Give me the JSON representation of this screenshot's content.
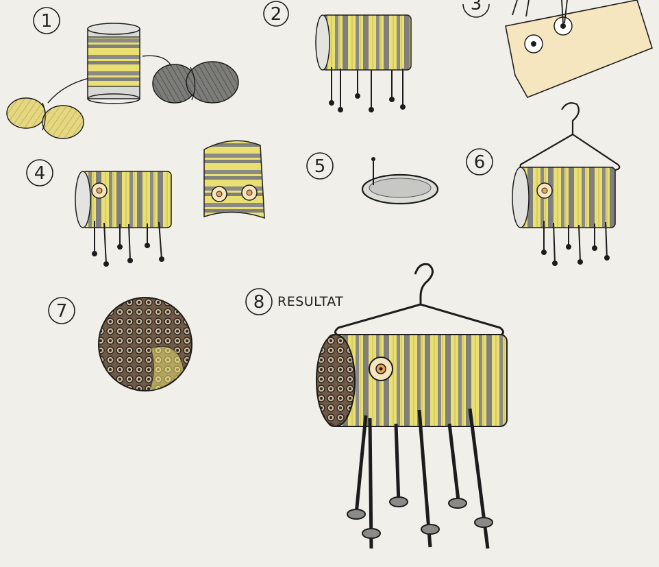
{
  "steps": [
    {
      "number": "1"
    },
    {
      "number": "2"
    },
    {
      "number": "3"
    },
    {
      "number": "4"
    },
    {
      "number": "5"
    },
    {
      "number": "6"
    },
    {
      "number": "7"
    },
    {
      "number": "8",
      "caption": "RESULTAT"
    }
  ],
  "colors": {
    "paper": "#f1efe9",
    "ink": "#1c1c1c",
    "yarn_yellow": "#e9df72",
    "yarn_grey": "#8a8a86",
    "pale_grey": "#d8d8d4",
    "tag_beige": "#f6e6bf",
    "bead_orange": "#e8a55a"
  }
}
